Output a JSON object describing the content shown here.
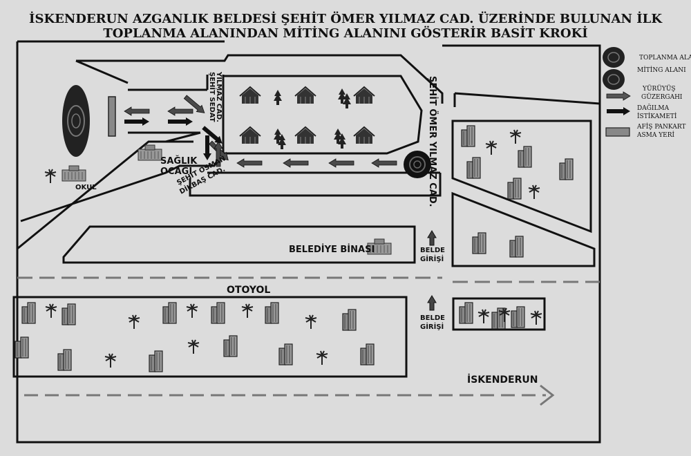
{
  "title": {
    "line1": "İSKENDERUN AZGANLIK BELDESİ ŞEHİT ÖMER YILMAZ CAD. ÜZERİNDE BULUNAN İLK",
    "line2": "TOPLANMA ALANINDAN MİTİNG ALANINI GÖSTERİR BASİT KROKİ"
  },
  "legend": [
    {
      "icon": "gathering-area-icon",
      "label": "TOPLANMA ALANI"
    },
    {
      "icon": "meeting-area-icon",
      "label": "MİTİNG ALANI"
    },
    {
      "icon": "march-route-arrow-icon",
      "label_1": "YÜRÜYÜŞ",
      "label_2": "GÜZERGAHI"
    },
    {
      "icon": "dispersal-arrow-icon",
      "label_1": "DAĞILMA",
      "label_2": "İSTİKAMETİ"
    },
    {
      "icon": "banner-icon",
      "label_1": "AFİŞ PANKART",
      "label_2": "ASMA YERİ"
    }
  ],
  "labels": {
    "street_main": "ŞEHİT ÖMER YILMAZ CAD.",
    "street_sedat_1": "ŞEHİT SEDAT",
    "street_sedat_2": "YILMAZ CAD.",
    "street_osman_1": "ŞEHİT OSMAN",
    "street_osman_2": "DİKBAŞ CAD.",
    "health_1": "SAĞLIK",
    "health_2": "OCAĞI",
    "school": "OKUL",
    "municipality": "BELEDİYE BİNASI",
    "entrance_1": "BELDE",
    "entrance_2": "GİRİŞİ",
    "highway": "OTOYOL",
    "iskenderun": "İSKENDERUN"
  },
  "colors": {
    "background": "#dcdcdc",
    "ink": "#111111",
    "arrow_grey": "#555555",
    "building": "#777777"
  }
}
